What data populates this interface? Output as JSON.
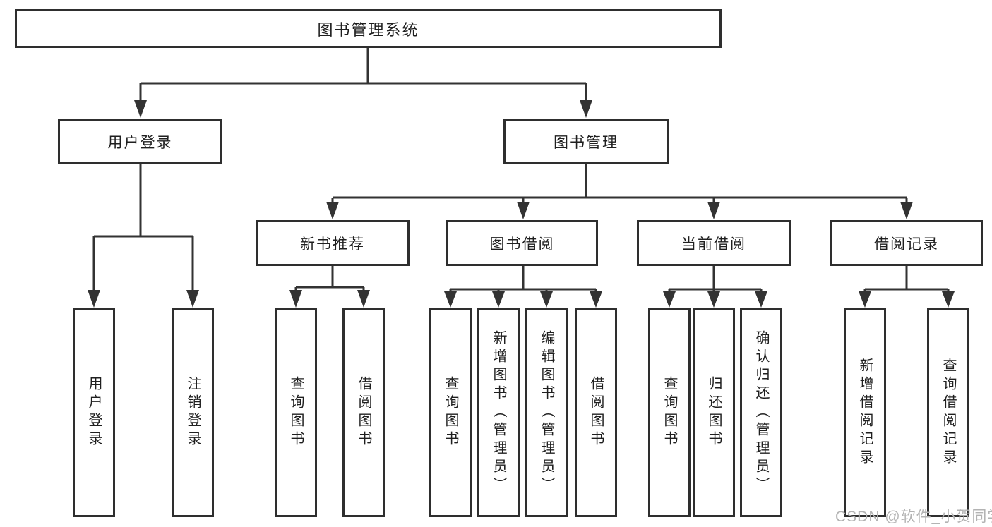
{
  "diagram_type": "hierarchy-tree",
  "colors": {
    "box_border": "#2e2e2e",
    "connector_line": "#333333",
    "text": "#1f1f1f",
    "watermark_text": "#b3b3b3",
    "background": "#ffffff"
  },
  "nodes": {
    "root": {
      "label": "图书管理系统",
      "parent": null
    },
    "user_login": {
      "label": "用户登录",
      "parent": "root"
    },
    "book_mgmt": {
      "label": "图书管理",
      "parent": "root"
    },
    "leaf_user_login": {
      "label": "用户登录",
      "parent": "user_login"
    },
    "leaf_logout": {
      "label": "注销登录",
      "parent": "user_login"
    },
    "new_book_rec": {
      "label": "新书推荐",
      "parent": "book_mgmt"
    },
    "book_borrow": {
      "label": "图书借阅",
      "parent": "book_mgmt"
    },
    "current_borrow": {
      "label": "当前借阅",
      "parent": "book_mgmt"
    },
    "borrow_records": {
      "label": "借阅记录",
      "parent": "book_mgmt"
    },
    "nbr_query_book": {
      "label": "查询图书",
      "parent": "new_book_rec"
    },
    "nbr_borrow_book": {
      "label": "借阅图书",
      "parent": "new_book_rec"
    },
    "bb_query_book": {
      "label": "查询图书",
      "parent": "book_borrow"
    },
    "bb_add_book": {
      "label": "新增图书（管理员）",
      "parent": "book_borrow"
    },
    "bb_edit_book": {
      "label": "编辑图书（管理员）",
      "parent": "book_borrow"
    },
    "bb_borrow_book": {
      "label": "借阅图书",
      "parent": "book_borrow"
    },
    "cb_query_book": {
      "label": "查询图书",
      "parent": "current_borrow"
    },
    "cb_return_book": {
      "label": "归还图书",
      "parent": "current_borrow"
    },
    "cb_confirm_return": {
      "label": "确认归还（管理员）",
      "parent": "current_borrow"
    },
    "br_add_record": {
      "label": "新增借阅记录",
      "parent": "borrow_records"
    },
    "br_query_record": {
      "label": "查询借阅记录",
      "parent": "borrow_records"
    }
  },
  "watermark": {
    "text": "CSDN @软件_小贺同学"
  }
}
